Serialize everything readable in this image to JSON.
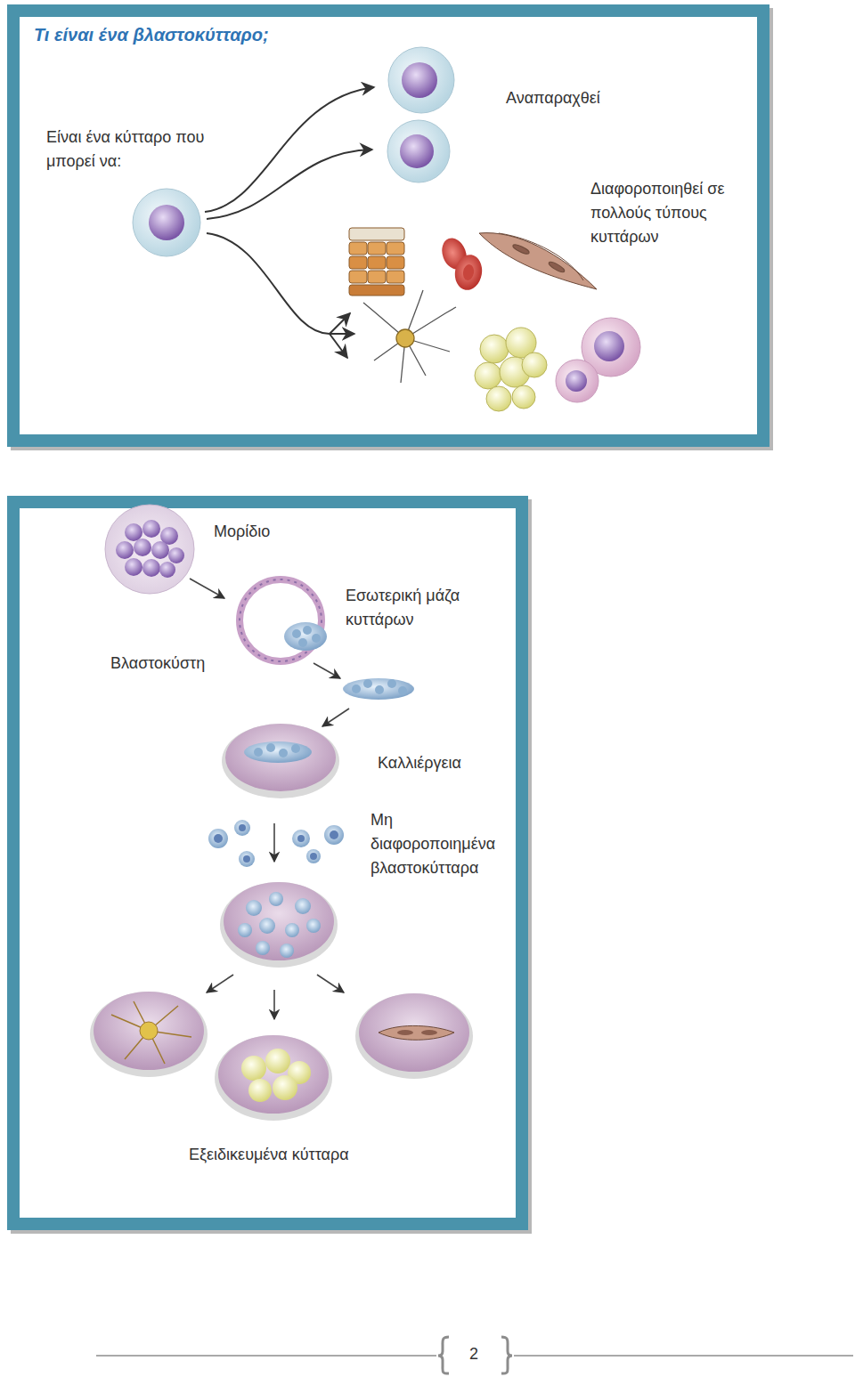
{
  "diagram": {
    "title": "Τι είναι ένα βλαστοκύτταρο;",
    "labels": [
      "Είναι ένα κύτταρο που μπορεί να:",
      "Αναπαραχθεί",
      "Διαφοροποιηθεί σε πολλούς τύπους κυττάρων",
      "Μορίδιο",
      "Εσωτερική μάζα κυττάρων",
      "Βλαστοκύστη",
      "Καλλιέργεια",
      "Μη διαφοροποιημένα βλαστοκύτταρα",
      "Εξειδικευμένα κύτταρα",
      "2"
    ]
  }
}
